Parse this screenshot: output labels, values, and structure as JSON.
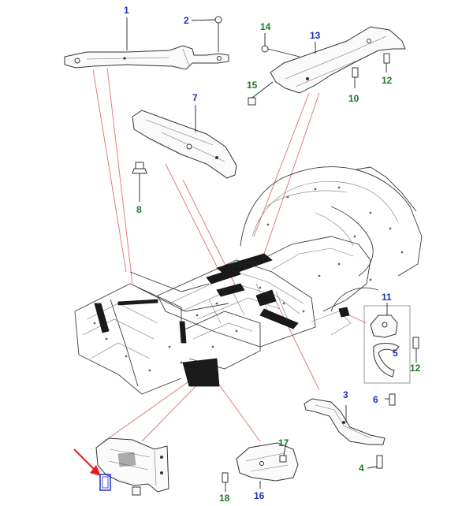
{
  "callouts": [
    {
      "id": "1",
      "text": "1",
      "color": "#1c2fc4"
    },
    {
      "id": "2",
      "text": "2",
      "color": "#1c2fc4"
    },
    {
      "id": "3",
      "text": "3",
      "color": "#1c2fc4"
    },
    {
      "id": "4",
      "text": "4",
      "color": "#1d7a1d"
    },
    {
      "id": "5",
      "text": "5",
      "color": "#1c2fc4"
    },
    {
      "id": "6",
      "text": "6",
      "color": "#1c2fc4"
    },
    {
      "id": "7",
      "text": "7",
      "color": "#1c2fc4"
    },
    {
      "id": "8",
      "text": "8",
      "color": "#1d7a1d"
    },
    {
      "id": "10",
      "text": "10",
      "color": "#1d7a1d"
    },
    {
      "id": "11",
      "text": "11",
      "color": "#1c2fc4"
    },
    {
      "id": "12a",
      "text": "12",
      "color": "#1d7a1d"
    },
    {
      "id": "12b",
      "text": "12",
      "color": "#1d7a1d"
    },
    {
      "id": "13",
      "text": "13",
      "color": "#1c2fc4"
    },
    {
      "id": "14",
      "text": "14",
      "color": "#1d7a1d"
    },
    {
      "id": "15",
      "text": "15",
      "color": "#1d7a1d"
    },
    {
      "id": "16",
      "text": "16",
      "color": "#1c2fc4"
    },
    {
      "id": "17",
      "text": "17",
      "color": "#1d7a1d"
    },
    {
      "id": "18",
      "text": "18",
      "color": "#1d7a1d"
    }
  ],
  "highlight": {
    "color": "#e02020",
    "icon": "red-arrow-icon"
  }
}
